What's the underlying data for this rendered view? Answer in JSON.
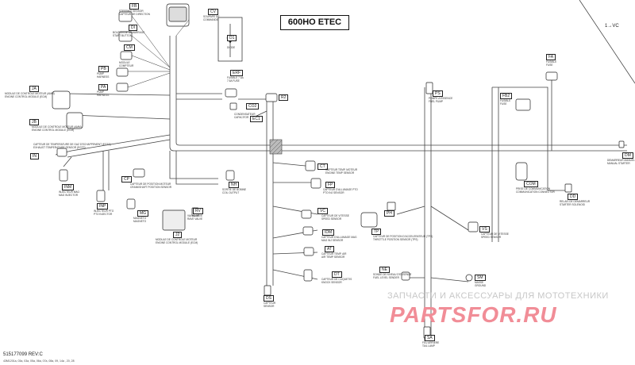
{
  "title": "600HO ETEC",
  "document_number": "515177099 REV:C",
  "footnote": "43M1201a, 03a, 03a, 05a, 06a, 07a, 08a, 09, 14a , 20, 28",
  "version_ref": "1→VC",
  "watermark": {
    "top_text": "ЗАПЧАСТИ И АКСЕССУАРЫ ДЛЯ МОТОТЕХНИКИ",
    "brand": "PARTSFOR.RU"
  },
  "connectors": [
    {
      "id": "FB",
      "desc": [
        "STEERING SENSOR",
        "CAPTEUR DE DIRECTION"
      ]
    },
    {
      "id": "CV",
      "desc": [
        "SOUPAPE DE",
        "COMMANDE"
      ]
    },
    {
      "id": "DI",
      "desc": [
        "BOUTON DE DEMARRAGE",
        "START BUTTON"
      ]
    },
    {
      "id": "CM",
      "desc": [
        "MODULE",
        "COMPTEUR"
      ]
    },
    {
      "id": "PB",
      "desc": [
        "PUMP",
        "HARNESS"
      ]
    },
    {
      "id": "PA",
      "desc": [
        "PUMP",
        "HARNESS"
      ]
    },
    {
      "id": "JA",
      "desc": [
        "MODULE DE CONTROLE MOTEUR (AMM)",
        "ENGINE CONTROL MODULE (ECM)"
      ]
    },
    {
      "id": "JB",
      "desc": [
        "MODULE DE CONTROLE MOTEUR (AMM)",
        "ENGINE CONTROL MODULE (ECM)"
      ]
    },
    {
      "id": "D1",
      "desc": [
        "DIODE"
      ]
    },
    {
      "id": "ERF",
      "desc": [
        "FUSIBLE 7.5A",
        "7.5A FUSE"
      ]
    },
    {
      "id": "CO2",
      "desc": []
    },
    {
      "id": "EC1",
      "desc": [
        "CONDENSATEUR",
        "CAPACITOR"
      ]
    },
    {
      "id": "EGTS",
      "desc": [
        "CAPTEUR DE TEMPERATURE DE GAZ D'ECHAPPEMENT (EGTS)",
        "EXHAUST TEMPERATURE SENSOR (EGTS)"
      ]
    },
    {
      "id": "IN",
      "desc": []
    },
    {
      "id": "INM",
      "desc": [
        "INJECTEUR MAG",
        "MAG INJECTOR"
      ]
    },
    {
      "id": "INP",
      "desc": [
        "INJECTEUR PTO",
        "PTO INJECTOR"
      ]
    },
    {
      "id": "CP",
      "desc": [
        "CAPTEUR DE POSITION MOTEUR",
        "CRANKSHAFT POSITION SENSOR"
      ]
    },
    {
      "id": "NH",
      "desc": [
        "SORTIE DE BOBINE",
        "COIL OUTPUT"
      ]
    },
    {
      "id": "MG",
      "desc": [
        "MAGNETO",
        "MAGNETO"
      ]
    },
    {
      "id": "J2",
      "desc": [
        "MODULE DE CONTROLE MOTEUR",
        "ENGINE CONTROL MODULE (ECM)"
      ]
    },
    {
      "id": "RV",
      "desc": [
        "VALVE RAVE",
        "RAVE VALVE"
      ]
    },
    {
      "id": "R2",
      "desc": []
    },
    {
      "id": "PS",
      "desc": [
        "POMPE A ESSENCE",
        "FUEL PUMP"
      ]
    },
    {
      "id": "CT",
      "desc": [
        "CAPTEUR TEMP. MOTEUR",
        "ENGINE TEMP SENSOR"
      ]
    },
    {
      "id": "FP",
      "desc": [
        "CAPTEUR D'ALLUMAGE PTO",
        "PTO INJ SENSOR"
      ]
    },
    {
      "id": "VC",
      "desc": [
        "CAPTEUR DE VITESSE",
        "SPEED SENSOR"
      ]
    },
    {
      "id": "IDM",
      "desc": [
        "CAPTEUR D'ALLUMAGE MAG",
        "MAG INJ SENSOR"
      ]
    },
    {
      "id": "AT",
      "desc": [
        "CAPTEUR TEMP. AIR",
        "AIR TEMP SENSOR"
      ]
    },
    {
      "id": "DT",
      "desc": [
        "CAPTEUR DE CLIQUETIS",
        "KNOCK SENSOR"
      ]
    },
    {
      "id": "DS",
      "desc": [
        "CAPTEUR",
        "SENSOR"
      ]
    },
    {
      "id": "PH",
      "desc": []
    },
    {
      "id": "TP",
      "desc": [
        "CAPTEUR DE POSITION D'ACCELERATEUR (TPS)",
        "THROTTLE POSITION SENSOR (TPS)"
      ]
    },
    {
      "id": "VS",
      "desc": [
        "CAPTEUR DE VITESSE",
        "SPEED SENSOR"
      ]
    },
    {
      "id": "NE",
      "desc": [
        "SONDE DE NIVEAU D'ESSENCE",
        "FUEL LEVEL SENDER"
      ]
    },
    {
      "id": "SM",
      "desc": [
        "MASSE",
        "GROUND"
      ]
    },
    {
      "id": "SA",
      "desc": [
        "FEU ARRIERE",
        "TAIL LAMP"
      ]
    },
    {
      "id": "FA",
      "desc": [
        "FUSIBLE",
        "FUSE"
      ]
    },
    {
      "id": "FB2",
      "desc": [
        "FUSIBLE",
        "FUSE"
      ]
    },
    {
      "id": "COM",
      "desc": [
        "PRISE DE COMMUNICATION",
        "COMMUNICATION CONNECTOR"
      ]
    },
    {
      "id": "DD",
      "desc": [
        "RELAIS DE DEMARREUR",
        "STARTER SOLENOID"
      ]
    },
    {
      "id": "DM",
      "desc": [
        "DEMARREUR MANUEL",
        "MANUAL STARTER"
      ]
    }
  ]
}
